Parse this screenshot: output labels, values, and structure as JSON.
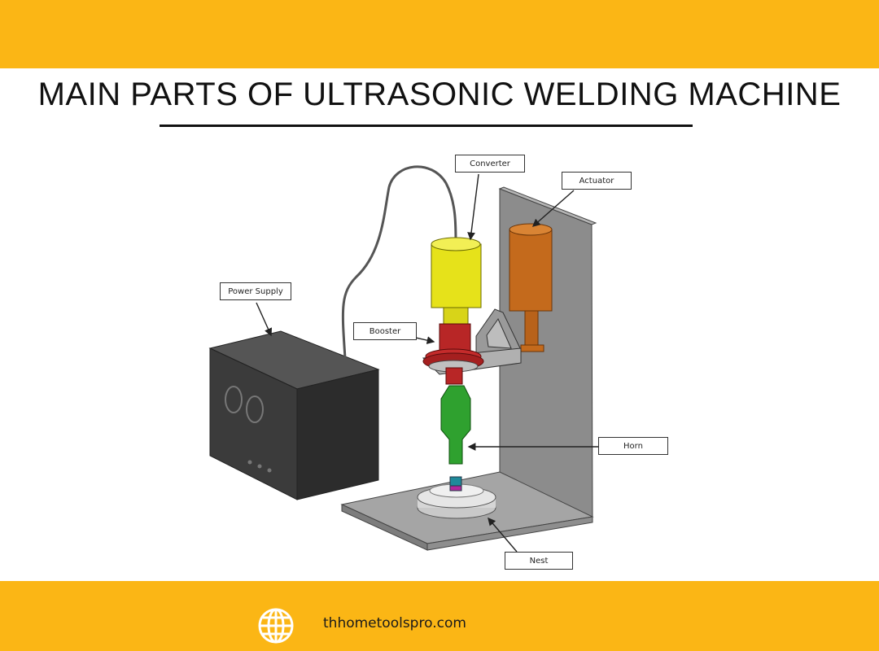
{
  "colors": {
    "band": "#fbb615",
    "converter": "#e6e21a",
    "actuator": "#c46a1c",
    "booster": "#c42b2b",
    "horn": "#2fa12f",
    "case": "#3b3b3b",
    "plate": "#a5a5a5"
  },
  "title": "MAIN PARTS OF ULTRASONIC WELDING MACHINE",
  "labels": {
    "converter": "Converter",
    "actuator": "Actuator",
    "power_supply": "Power Supply",
    "booster": "Booster",
    "horn": "Horn",
    "nest": "Nest"
  },
  "footer": {
    "icon": "globe-icon",
    "website": "thhometoolspro.com"
  }
}
